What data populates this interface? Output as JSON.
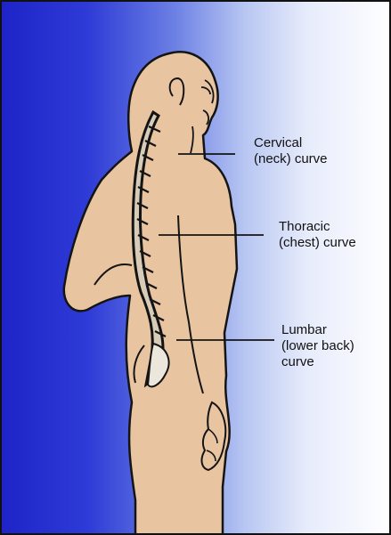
{
  "labels": {
    "cervical": {
      "line1": "Cervical",
      "line2": "(neck) curve"
    },
    "thoracic": {
      "line1": "Thoracic",
      "line2": "(chest) curve"
    },
    "lumbar": {
      "line1": "Lumbar",
      "line2": "(lower back)",
      "line3": "curve"
    }
  },
  "colors": {
    "skin": "#e8c4a0",
    "outline": "#141414",
    "background_left": "#1e24c8",
    "background_right": "#ffffff"
  }
}
